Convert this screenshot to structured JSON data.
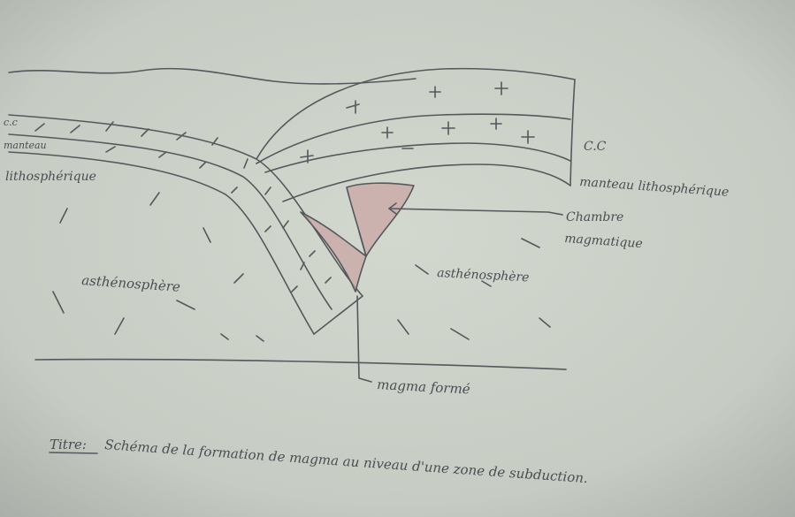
{
  "labels": {
    "crust_left": "c.c",
    "manteau_left": "manteau",
    "lithospherique_left": "lithosphérique",
    "cc_right": "C.C",
    "manteau_right": "manteau lithosphérique",
    "chambre": "Chambre",
    "magmatique": "magmatique",
    "astheno_left": "asthénosphère",
    "astheno_right": "asthénosphère",
    "magma_forme": "magma formé"
  },
  "title": {
    "prefix": "Titre:",
    "text": "Schéma de la formation de magma au niveau d'une zone de subduction."
  },
  "colors": {
    "paper": "#c9cfc6",
    "ink": "#4a4d52",
    "magma": "#c9a6a4"
  }
}
